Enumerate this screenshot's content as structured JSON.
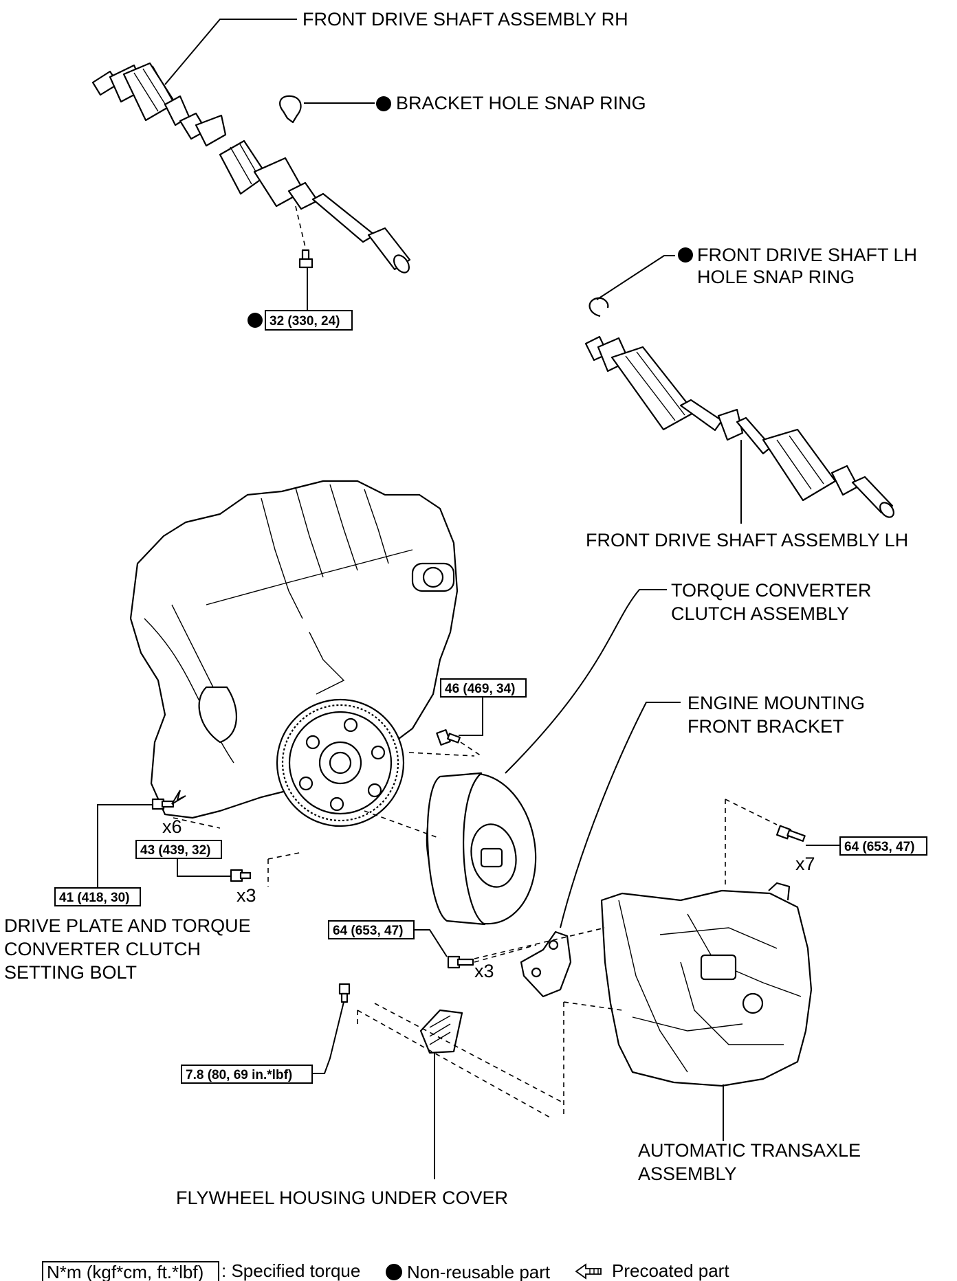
{
  "labels": {
    "drive_shaft_rh": "FRONT DRIVE SHAFT ASSEMBLY RH",
    "bracket_snap_ring": "BRACKET HOLE SNAP RING",
    "drive_shaft_lh_snap_ring_1": "FRONT DRIVE SHAFT LH",
    "drive_shaft_lh_snap_ring_2": "HOLE SNAP RING",
    "drive_shaft_lh": "FRONT DRIVE SHAFT ASSEMBLY LH",
    "torque_converter_1": "TORQUE CONVERTER",
    "torque_converter_2": "CLUTCH ASSEMBLY",
    "engine_bracket_1": "ENGINE MOUNTING",
    "engine_bracket_2": "FRONT BRACKET",
    "setting_bolt_1": "DRIVE PLATE AND TORQUE",
    "setting_bolt_2": "CONVERTER CLUTCH",
    "setting_bolt_3": "SETTING BOLT",
    "transaxle_1": "AUTOMATIC TRANSAXLE",
    "transaxle_2": "ASSEMBLY",
    "under_cover": "FLYWHEEL HOUSING UNDER COVER"
  },
  "torques": {
    "rh_shaft_bolt": "32 (330, 24)",
    "flywheel_bolt": "46 (469, 34)",
    "setting_bolt": "41 (418, 30)",
    "engine_bolt": "43 (439, 32)",
    "transaxle_bolt": "64 (653, 47)",
    "bracket_bolt": "64 (653, 47)",
    "cover_bolt": "7.8 (80, 69 in.*lbf)"
  },
  "quantities": {
    "setting_bolt": "x6",
    "engine_bolt": "x3",
    "transaxle_bolt": "x7",
    "bracket_bolt": "x3"
  },
  "legend": {
    "torque_unit": "N*m (kgf*cm, ft.*lbf)",
    "torque_text": ": Specified torque",
    "nonreusable_text": "Non-reusable part",
    "precoated_text": "Precoated part"
  },
  "icons": {
    "nonreusable": "filled-circle-icon",
    "precoated": "precoated-arrow-icon"
  }
}
